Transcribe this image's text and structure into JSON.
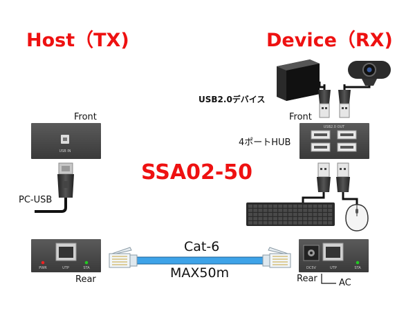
{
  "host": {
    "title": "Host（TX)",
    "front_label": "Front",
    "rear_label": "Rear",
    "port_label": "USB IN",
    "pc_usb_label": "PC-USB",
    "pwr": "PWR",
    "utp": "UTP",
    "sta": "STA"
  },
  "device": {
    "title": "Device（RX)",
    "usb_device_label": "USB2.0デバイス",
    "front_label": "Front",
    "hub_label": "4ポートHUB",
    "hub_port_label": "USB2.0 OUT",
    "rear_label": "Rear",
    "ac_label": "AC",
    "dc5v": "DC5V",
    "utp": "UTP",
    "sta": "STA"
  },
  "product": "SSA02-50",
  "cable": {
    "type": "Cat-6",
    "length": "MAX50m"
  },
  "colors": {
    "title_red": "#ee1111",
    "cable_blue": "#3ea3e8",
    "unit_gray": "#4a4a4a",
    "led_red": "#e22",
    "led_green": "#2c2"
  }
}
